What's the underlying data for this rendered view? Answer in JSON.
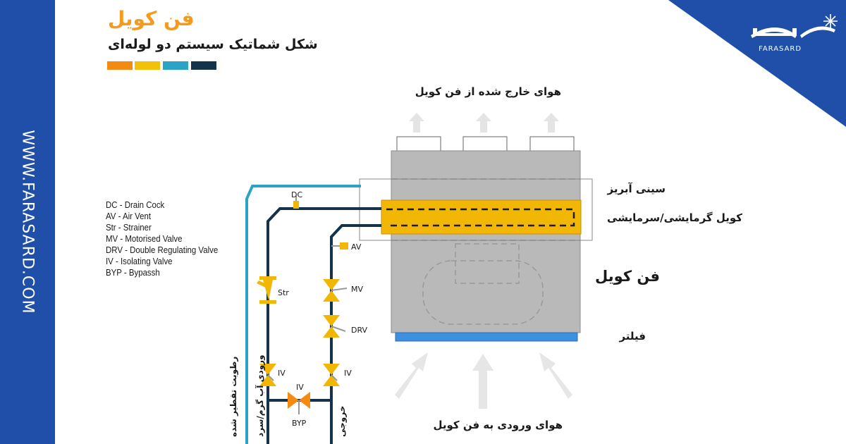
{
  "brand": {
    "url": "WWW.FARASARD.COM",
    "name": "FARASARD",
    "colors": {
      "blue": "#1f4fa8",
      "orange": "#f39a1f",
      "yellow": "#f2c20b",
      "teal": "#2aa3c4",
      "navy": "#14324a"
    }
  },
  "header": {
    "title": "فن کویل",
    "subtitle": "شکل شماتیک سیستم دو لوله‌ای",
    "strip_colors": [
      "#f38a12",
      "#f2c20b",
      "#2aa3c4",
      "#14324a"
    ]
  },
  "legend": [
    "DC - Drain Cock",
    "AV - Air Vent",
    "Str - Strainer",
    "MV - Motorised Valve",
    "DRV - Double Regulating Valve",
    "IV - Isolating Valve",
    "BYP - Bypassh"
  ],
  "labels": {
    "air_out": "هوای خارج شده از فن کویل",
    "drip_tray": "سینی آبریز",
    "coil": "کویل گرمایشی/سرمایشی",
    "fan_coil": "فن کویل",
    "filter": "فیلتر",
    "air_in": "هوای ورودی به فن کویل",
    "condensate": "رطوبت تقطیر شده",
    "supply": "ورودی آب گرم/سرد",
    "return": "خروجی"
  },
  "component_tags": {
    "dc": "DC",
    "av": "AV",
    "str": "Str",
    "mv": "MV",
    "drv": "DRV",
    "iv_supply": "IV",
    "iv_return": "IV",
    "iv_bypass": "IV",
    "byp": "BYP"
  }
}
